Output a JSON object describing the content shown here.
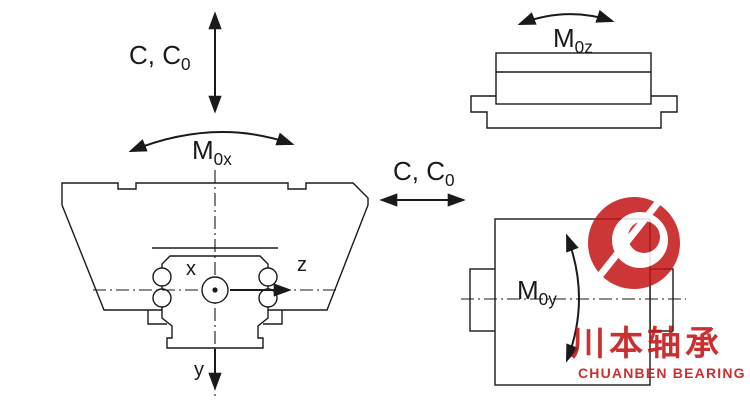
{
  "page": {
    "background": "#ffffff",
    "line_color": "#1a1a1a"
  },
  "labels": {
    "load_vertical": {
      "base": "C, C",
      "sub": "0"
    },
    "moment_x": {
      "base": "M",
      "sub": "0x"
    },
    "moment_z": {
      "base": "M",
      "sub": "0z"
    },
    "moment_y": {
      "base": "M",
      "sub": "0y"
    },
    "load_horizontal": {
      "base": "C, C",
      "sub": "0"
    },
    "axis_x": "x",
    "axis_y": "y",
    "axis_z": "z"
  },
  "watermark": {
    "chinese": "川本轴承",
    "english": "CHUANBEN BEARING",
    "color": "#c41414"
  }
}
